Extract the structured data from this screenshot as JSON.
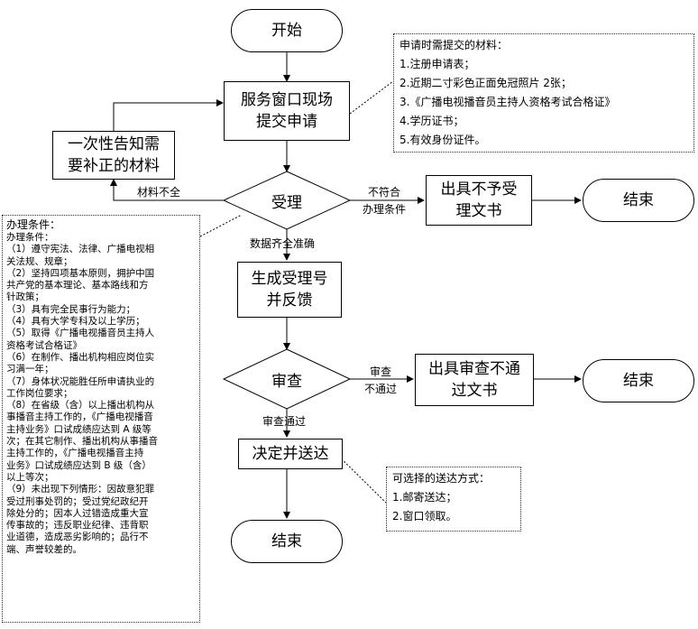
{
  "nodes": {
    "start": "开始",
    "submit": [
      "服务窗口现场",
      "提交申请"
    ],
    "notify": [
      "一次性告知需",
      "要补正的材料"
    ],
    "accept": "受理",
    "reject_accept": [
      "出具不予受",
      "理文书"
    ],
    "end1": "结束",
    "generate": [
      "生成受理号",
      "并反馈"
    ],
    "review": "审查",
    "reject_review": [
      "出具审查不通",
      "过文书"
    ],
    "end2": "结束",
    "decide": "决定并送达",
    "end3": "结束"
  },
  "edge_labels": {
    "incomplete": "材料不全",
    "not_meet": [
      "不符合",
      "办理条件"
    ],
    "complete": "数据齐全准确",
    "review_fail": [
      "审查",
      "不通过"
    ],
    "review_pass": "审查通过"
  },
  "materials_note": {
    "title": "申请时需提交的材料：",
    "items": [
      "1.注册申请表；",
      "2.近期二寸彩色正面免冠照片 2张；",
      "3.《广播电视播音员主持人资格考试合格证》",
      "4.学历证书；",
      "5.有效身份证件。"
    ]
  },
  "conditions_note": {
    "title": "办理条件：",
    "lines": [
      "办理条件：",
      "（1）遵守宪法、法律、广播电视相",
      "关法规、规章；",
      "（2）坚持四项基本原则，拥护中国",
      "共产党的基本理论、基本路线和方",
      "针政策；",
      "（3）具有完全民事行为能力；",
      "（4）具有大学专科及以上学历；",
      "（5）取得《广播电视播音员主持人",
      "资格考试合格证》",
      "（6）在制作、播出机构相应岗位实",
      "习满一年；",
      "（7）身体状况能胜任所申请执业的",
      "工作岗位要求；",
      "（8）在省级（含）以上播出机构从",
      "事播音主持工作的，《广播电视播音",
      "主持业务》口试成绩应达到 A 级等",
      "次；在其它制作、播出机构从事播音",
      "主持工作的，《广播电视播音主持",
      "业务》口试成绩应达到 B 级（含）",
      "以上等次；",
      "（9）未出现下列情形：因故意犯罪",
      "受过刑事处罚的；受过党纪政纪开",
      "除处分的；因本人过错造成重大宣",
      "传事故的；违反职业纪律、违背职",
      "业道德，造成恶劣影响的；品行不",
      "端、声誉较差的。"
    ]
  },
  "delivery_note": {
    "title": "可选择的送达方式：",
    "items": [
      "1.邮寄送达；",
      "2.窗口领取。"
    ]
  }
}
